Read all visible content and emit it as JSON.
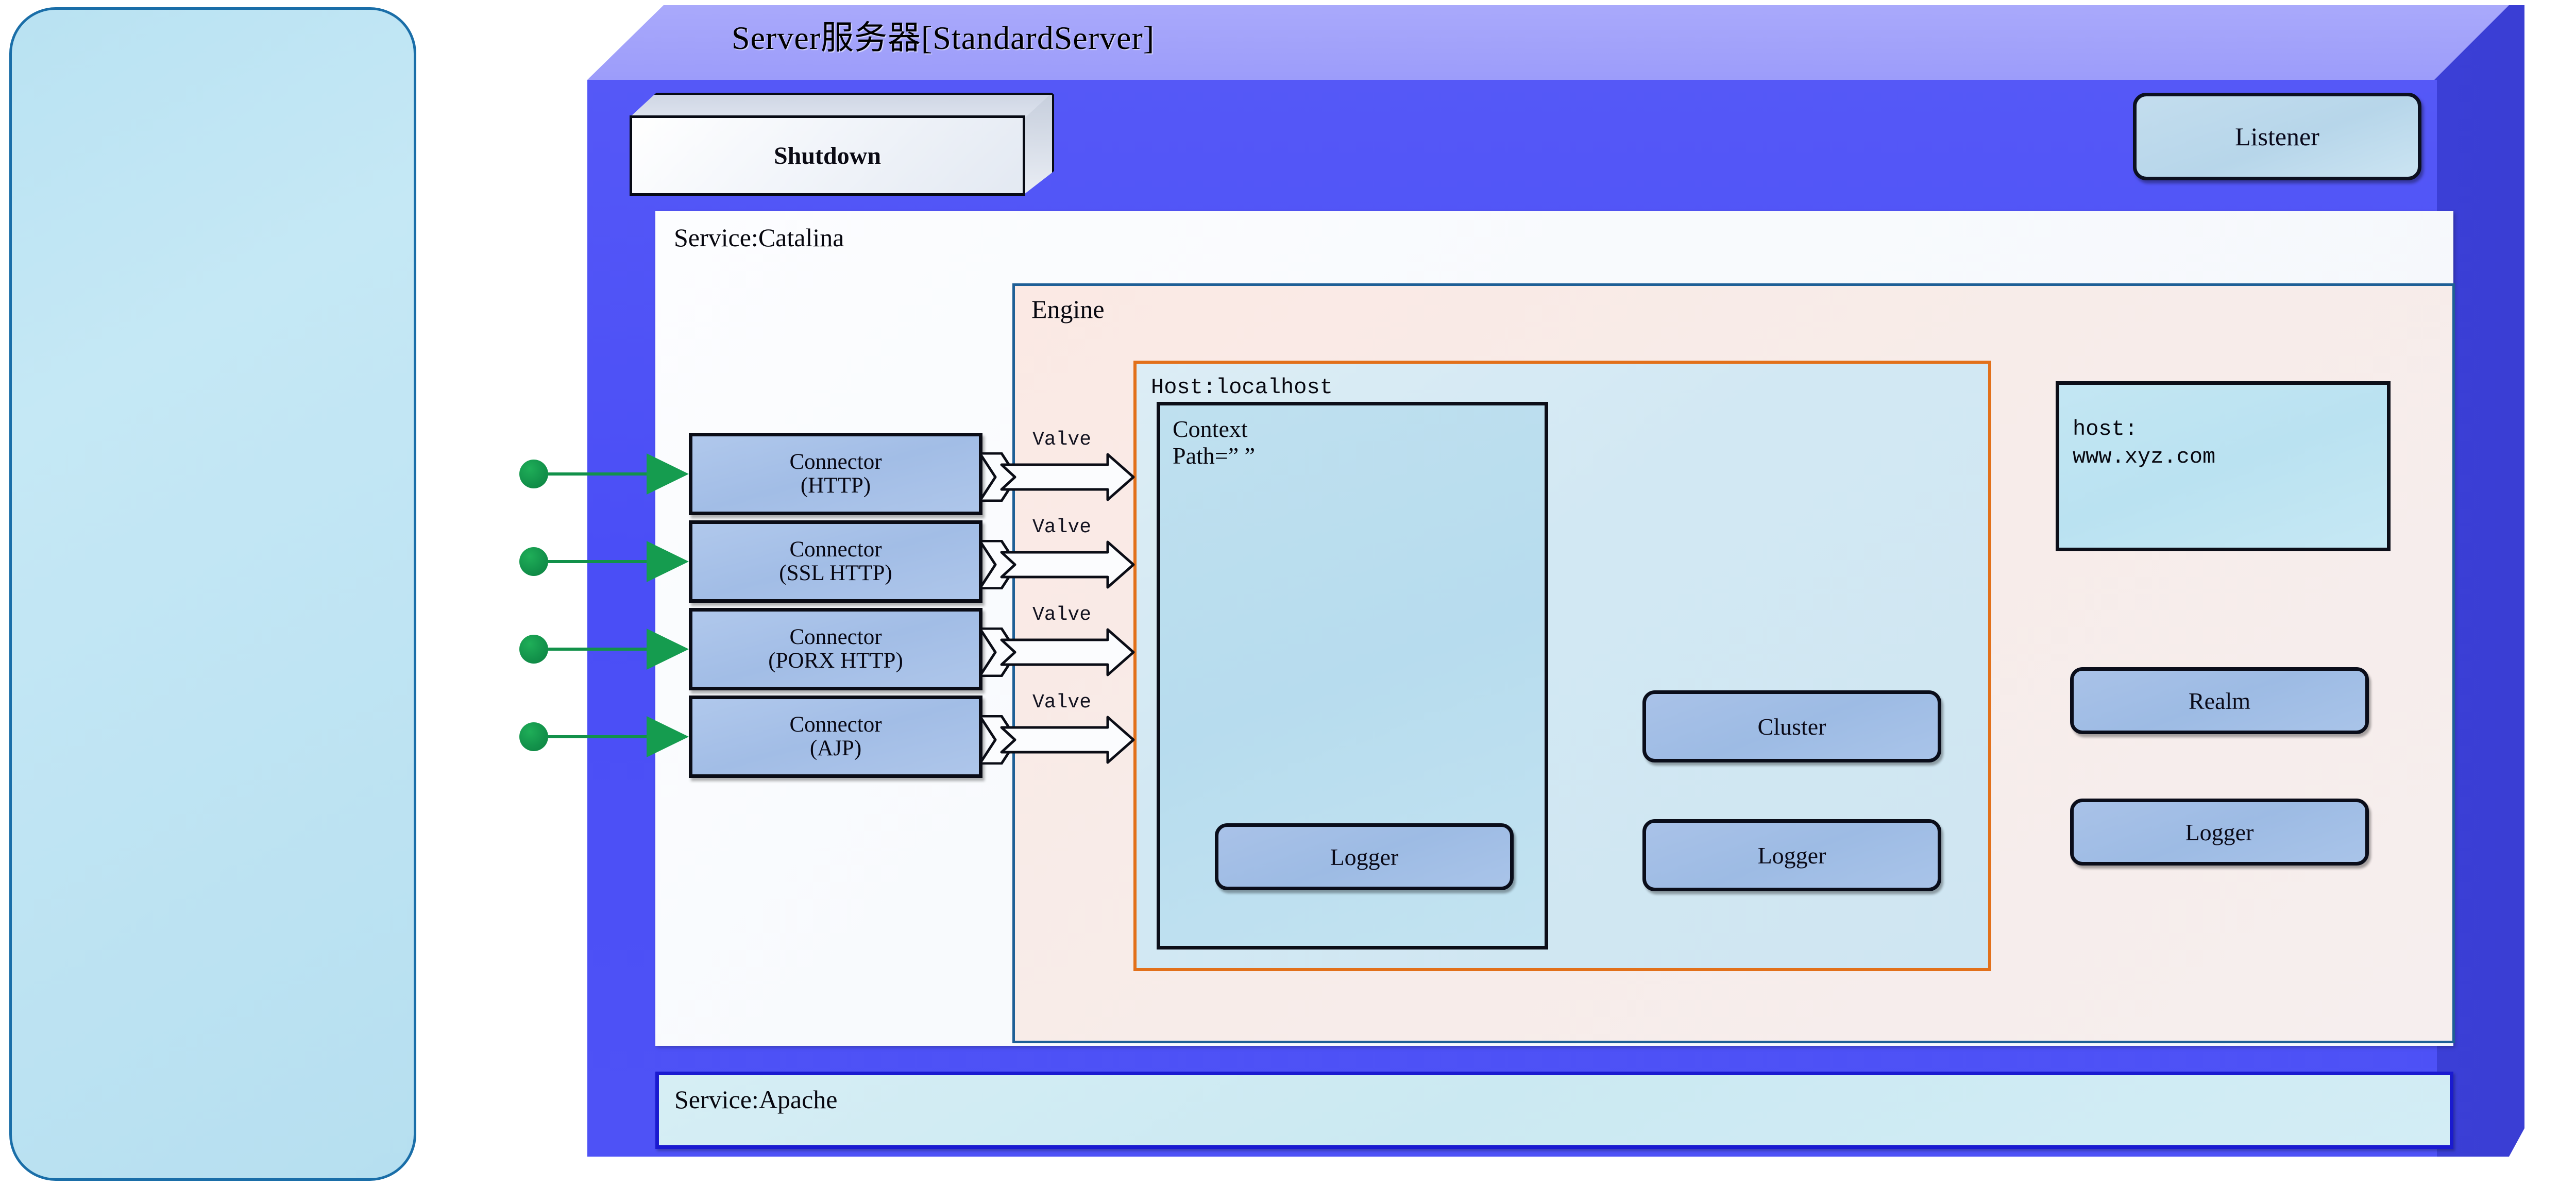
{
  "diagram": {
    "title": "Server服务器[StandardServer]",
    "left_panel": {
      "label": ""
    },
    "server": {
      "title": "Server服务器[StandardServer]",
      "shutdown_label": "Shutdown",
      "listener_label": "Listener",
      "colors": {
        "front": "#4e52f6",
        "top": "#9c9cfa",
        "side": "#3a3ed4"
      }
    },
    "catalina": {
      "label": "Service:Catalina",
      "connectors": [
        {
          "line1": "Connector",
          "line2": "(HTTP)",
          "valve_label": "Valve"
        },
        {
          "line1": "Connector",
          "line2": "(SSL HTTP)",
          "valve_label": "Valve"
        },
        {
          "line1": "Connector",
          "line2": "(PORX HTTP)",
          "valve_label": "Valve"
        },
        {
          "line1": "Connector",
          "line2": "(AJP)",
          "valve_label": "Valve"
        }
      ]
    },
    "engine": {
      "label": "Engine",
      "border_color": "#1e5f96",
      "host": {
        "label": "Host:localhost",
        "border_color": "#e2701a",
        "context": {
          "label": "Context\nPath=” ”",
          "logger_label": "Logger"
        },
        "cluster_label": "Cluster",
        "logger_label": "Logger"
      },
      "hostname_box": {
        "text": "host:\nwww.xyz.com"
      },
      "realm_label": "Realm",
      "logger_label": "Logger"
    },
    "apache": {
      "label": "Service:Apache"
    }
  }
}
